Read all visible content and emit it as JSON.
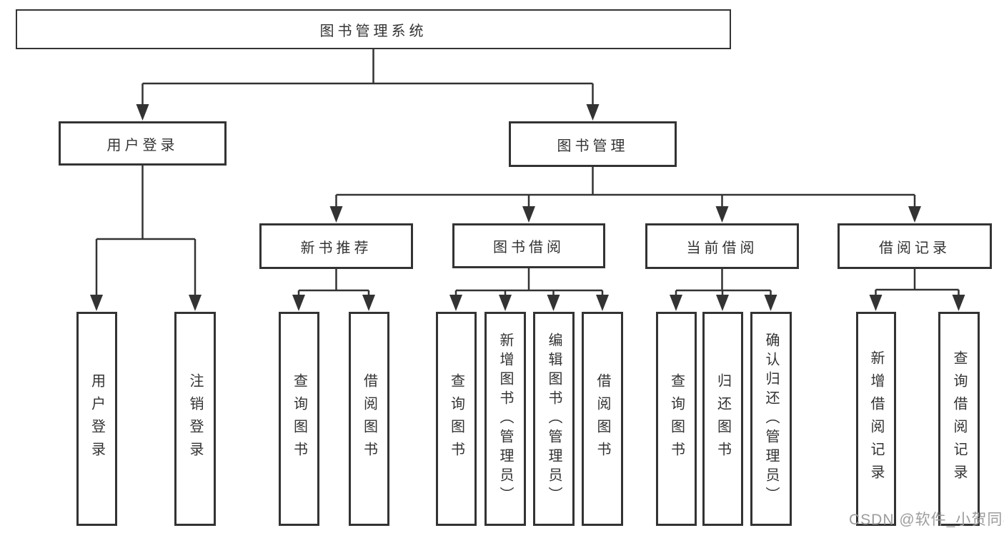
{
  "diagram": {
    "root": {
      "label": "图书管理系统"
    },
    "children": [
      {
        "label": "用户登录",
        "children": [
          {
            "label": "用户登录"
          },
          {
            "label": "注销登录"
          }
        ]
      },
      {
        "label": "图书管理",
        "children": [
          {
            "label": "新书推荐",
            "children": [
              {
                "label": "查询图书"
              },
              {
                "label": "借阅图书"
              }
            ]
          },
          {
            "label": "图书借阅",
            "children": [
              {
                "label": "查询图书"
              },
              {
                "label": "新增图书（管理员）"
              },
              {
                "label": "编辑图书（管理员）"
              },
              {
                "label": "借阅图书"
              }
            ]
          },
          {
            "label": "当前借阅",
            "children": [
              {
                "label": "查询图书"
              },
              {
                "label": "归还图书"
              },
              {
                "label": "确认归还（管理员）"
              }
            ]
          },
          {
            "label": "借阅记录",
            "children": [
              {
                "label": "新增借阅记录"
              },
              {
                "label": "查询借阅记录"
              }
            ]
          }
        ]
      }
    ]
  },
  "watermark": {
    "text": "CSDN @软件_小贺同学"
  },
  "colors": {
    "line": "#333333",
    "text": "#333333",
    "box_background": "#ffffff",
    "page_background": "#ffffff",
    "watermark": "#9c9c9c"
  }
}
